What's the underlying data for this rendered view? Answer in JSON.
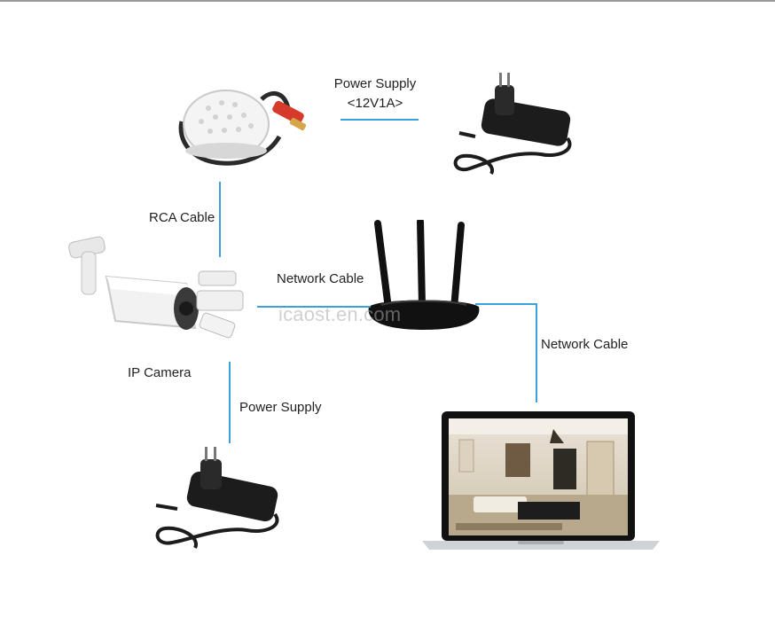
{
  "labels": {
    "power_supply_top_line1": "Power Supply",
    "power_supply_top_line2": "<12V1A>",
    "rca_cable": "RCA Cable",
    "network_cable_left": "Network Cable",
    "network_cable_right": "Network Cable",
    "ip_camera": "IP Camera",
    "power_supply_bottom": "Power Supply"
  },
  "watermark": "icaost.en.com",
  "colors": {
    "connector": "#3fa0d8",
    "adapter": "#1c1c1c",
    "router": "#111111",
    "camera_body": "#f2f2f2"
  },
  "icons": {
    "microphone": "microphone-icon",
    "power_adapter": "power-adapter-icon",
    "router": "wifi-router-icon",
    "camera": "ip-camera-icon",
    "laptop": "laptop-icon"
  }
}
